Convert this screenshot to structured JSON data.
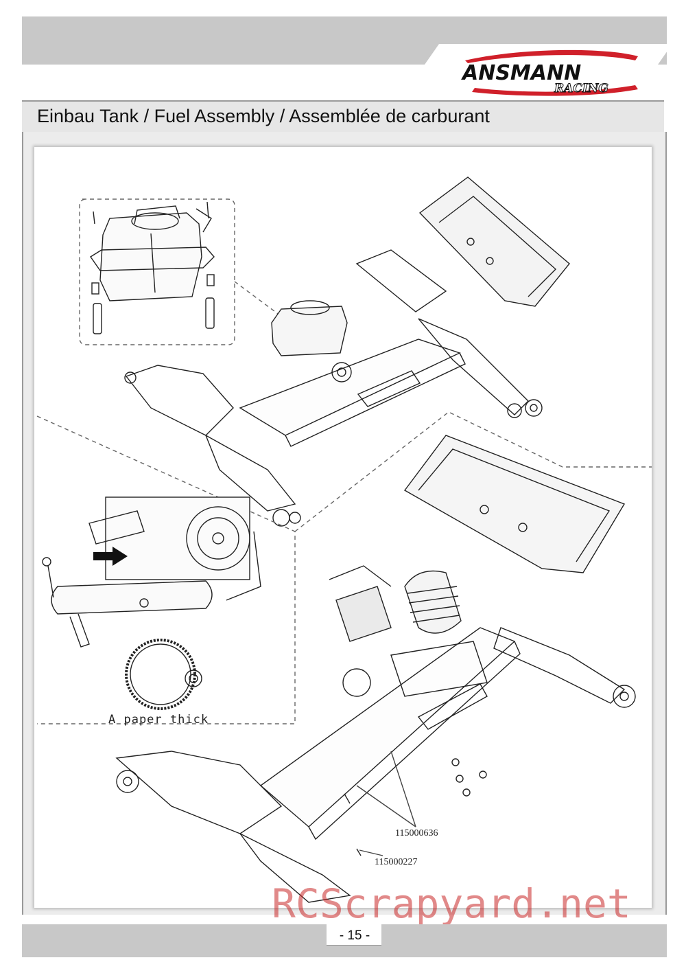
{
  "header": {
    "brand": "ANSMANN",
    "brand_sub": "RACING",
    "title": "Einbau Tank / Fuel Assembly / Assemblée de carburant"
  },
  "illustration": {
    "paper_label": "A paper thick",
    "part_numbers": [
      "115000636",
      "115000227"
    ]
  },
  "watermark": "RCScrapyard.net",
  "footer": {
    "page_number": "- 15 -"
  },
  "colors": {
    "header_gray": "#c8c8c8",
    "logo_red": "#d0202a",
    "watermark_red": "#c82828"
  }
}
